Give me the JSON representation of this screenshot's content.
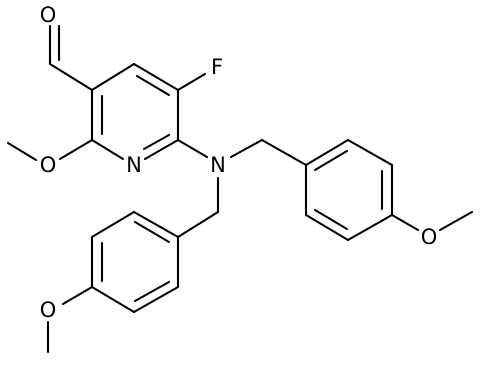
{
  "structure": {
    "atoms": {
      "aldehyde_oxygen": "O",
      "fluorine": "F",
      "ring_nitrogen": "N",
      "amine_nitrogen": "N",
      "methoxy_oxygen_pyridine": "O",
      "methoxy_oxygen_right_ring": "O",
      "methoxy_oxygen_lower_ring": "O"
    }
  }
}
